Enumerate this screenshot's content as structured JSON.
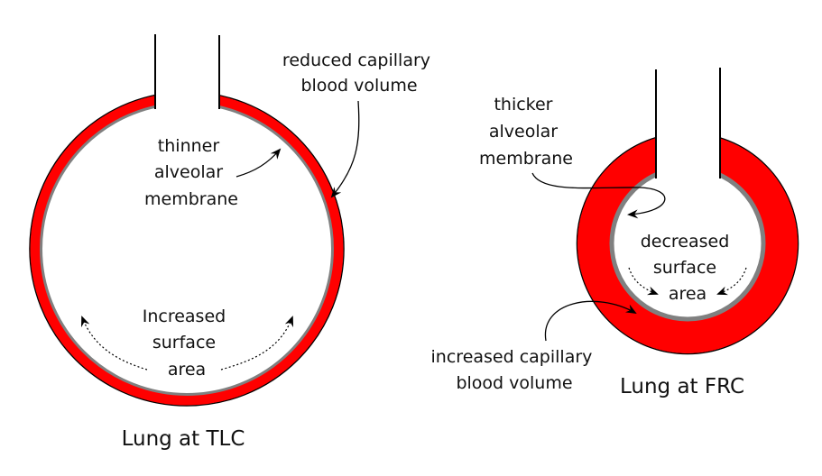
{
  "colors": {
    "capillary": "#ff0000",
    "membrane": "#808080",
    "outline": "#000000",
    "background": "#ffffff"
  },
  "tlc": {
    "title": "Lung at TLC",
    "labels": {
      "capillary": [
        "reduced capillary",
        "blood volume"
      ],
      "membrane": [
        "thinner",
        "alveolar",
        "membrane"
      ],
      "surface": [
        "Increased",
        "surface",
        "area"
      ]
    }
  },
  "frc": {
    "title": "Lung at FRC",
    "labels": {
      "membrane": [
        "thicker",
        "alveolar",
        "membrane"
      ],
      "surface": [
        "decreased",
        "surface",
        "area"
      ],
      "capillary": [
        "increased capillary",
        "blood volume"
      ]
    }
  }
}
